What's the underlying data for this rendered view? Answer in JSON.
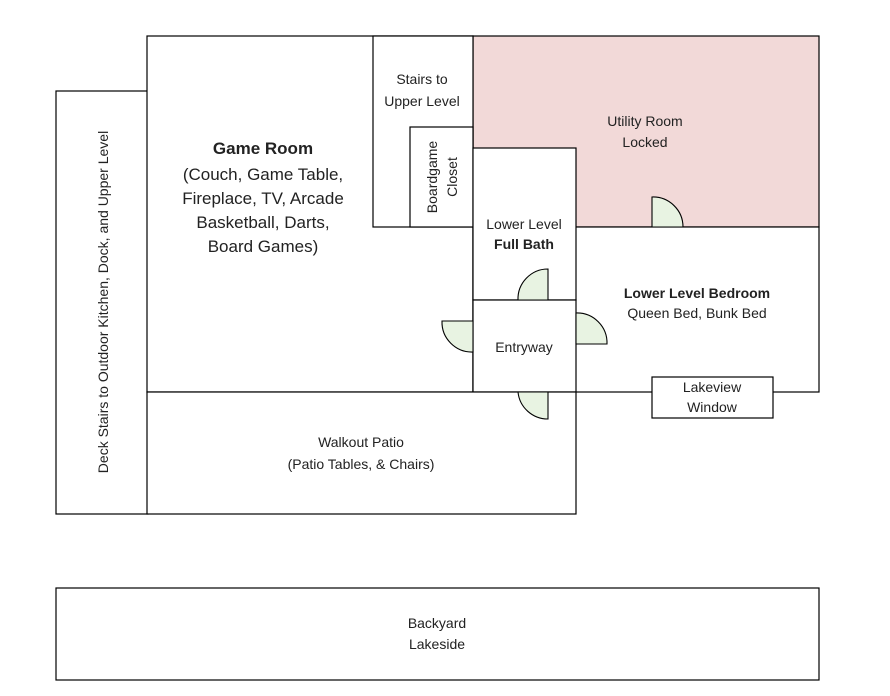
{
  "colors": {
    "utility_fill": "#f2d9d8",
    "door_fill": "#e8f3e2",
    "wall": "#000000",
    "text": "#222222"
  },
  "rooms": {
    "game_room": {
      "title": "Game Room",
      "details": [
        "(Couch, Game Table,",
        "Fireplace, TV, Arcade",
        "Basketball, Darts,",
        "Board Games)"
      ]
    },
    "stairs_up": {
      "lines": [
        "Stairs to",
        "Upper Level"
      ]
    },
    "boardgame_closet": {
      "lines": [
        "Boardgame",
        "Closet"
      ]
    },
    "utility_room": {
      "lines": [
        "Utility Room",
        "Locked"
      ]
    },
    "full_bath": {
      "line1": "Lower Level",
      "line2": "Full Bath"
    },
    "bedroom": {
      "title": "Lower Level Bedroom",
      "subtitle": "Queen Bed, Bunk Bed"
    },
    "entryway": {
      "label": "Entryway"
    },
    "lakeview_window": {
      "lines": [
        "Lakeview",
        "Window"
      ]
    },
    "walkout_patio": {
      "lines": [
        "Walkout Patio",
        "(Patio Tables, & Chairs)"
      ]
    },
    "deck_stairs": {
      "label": "Deck Stairs to Outdoor Kitchen, Dock, and Upper Level"
    },
    "backyard": {
      "lines": [
        "Backyard",
        "Lakeside"
      ]
    }
  }
}
